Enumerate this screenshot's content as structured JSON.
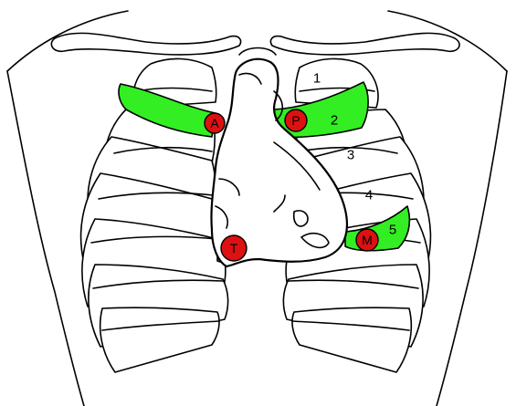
{
  "auscultation_points": [
    {
      "label": "A",
      "color": "#dd1111"
    },
    {
      "label": "P",
      "color": "#dd1111"
    },
    {
      "label": "T",
      "color": "#dd1111"
    },
    {
      "label": "M",
      "color": "#dd1111"
    }
  ],
  "intercostal_numbers": [
    "1",
    "2",
    "3",
    "4",
    "5"
  ],
  "highlight_color": "#33ee22"
}
